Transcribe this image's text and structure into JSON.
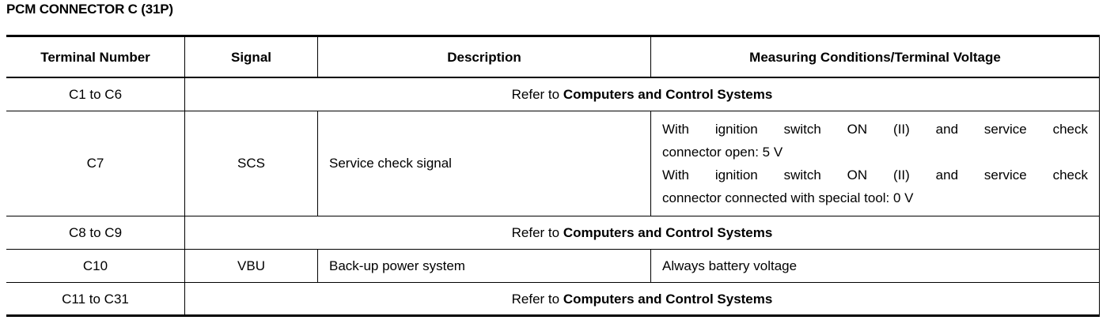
{
  "document": {
    "title": "PCM CONNECTOR C (31P)"
  },
  "table": {
    "headers": {
      "terminal_number": "Terminal Number",
      "signal": "Signal",
      "description": "Description",
      "measuring": "Measuring Conditions/Terminal Voltage"
    },
    "refer_text": {
      "lead": "Refer to ",
      "reference": "Computers and Control Systems"
    },
    "rows": [
      {
        "type": "merged",
        "terminal": "C1 to C6"
      },
      {
        "type": "detail",
        "terminal": "C7",
        "signal": "SCS",
        "description": "Service check signal",
        "measuring_lines": [
          "With ignition switch ON (II) and service check",
          "connector open: 5 V",
          "With ignition switch ON (II) and service check",
          "connector connected with special tool: 0 V"
        ]
      },
      {
        "type": "merged",
        "terminal": "C8 to C9"
      },
      {
        "type": "detail",
        "terminal": "C10",
        "signal": "VBU",
        "description": "Back-up power system",
        "measuring_lines": [
          "Always battery voltage"
        ]
      },
      {
        "type": "merged",
        "terminal": "C11 to C31"
      }
    ]
  }
}
